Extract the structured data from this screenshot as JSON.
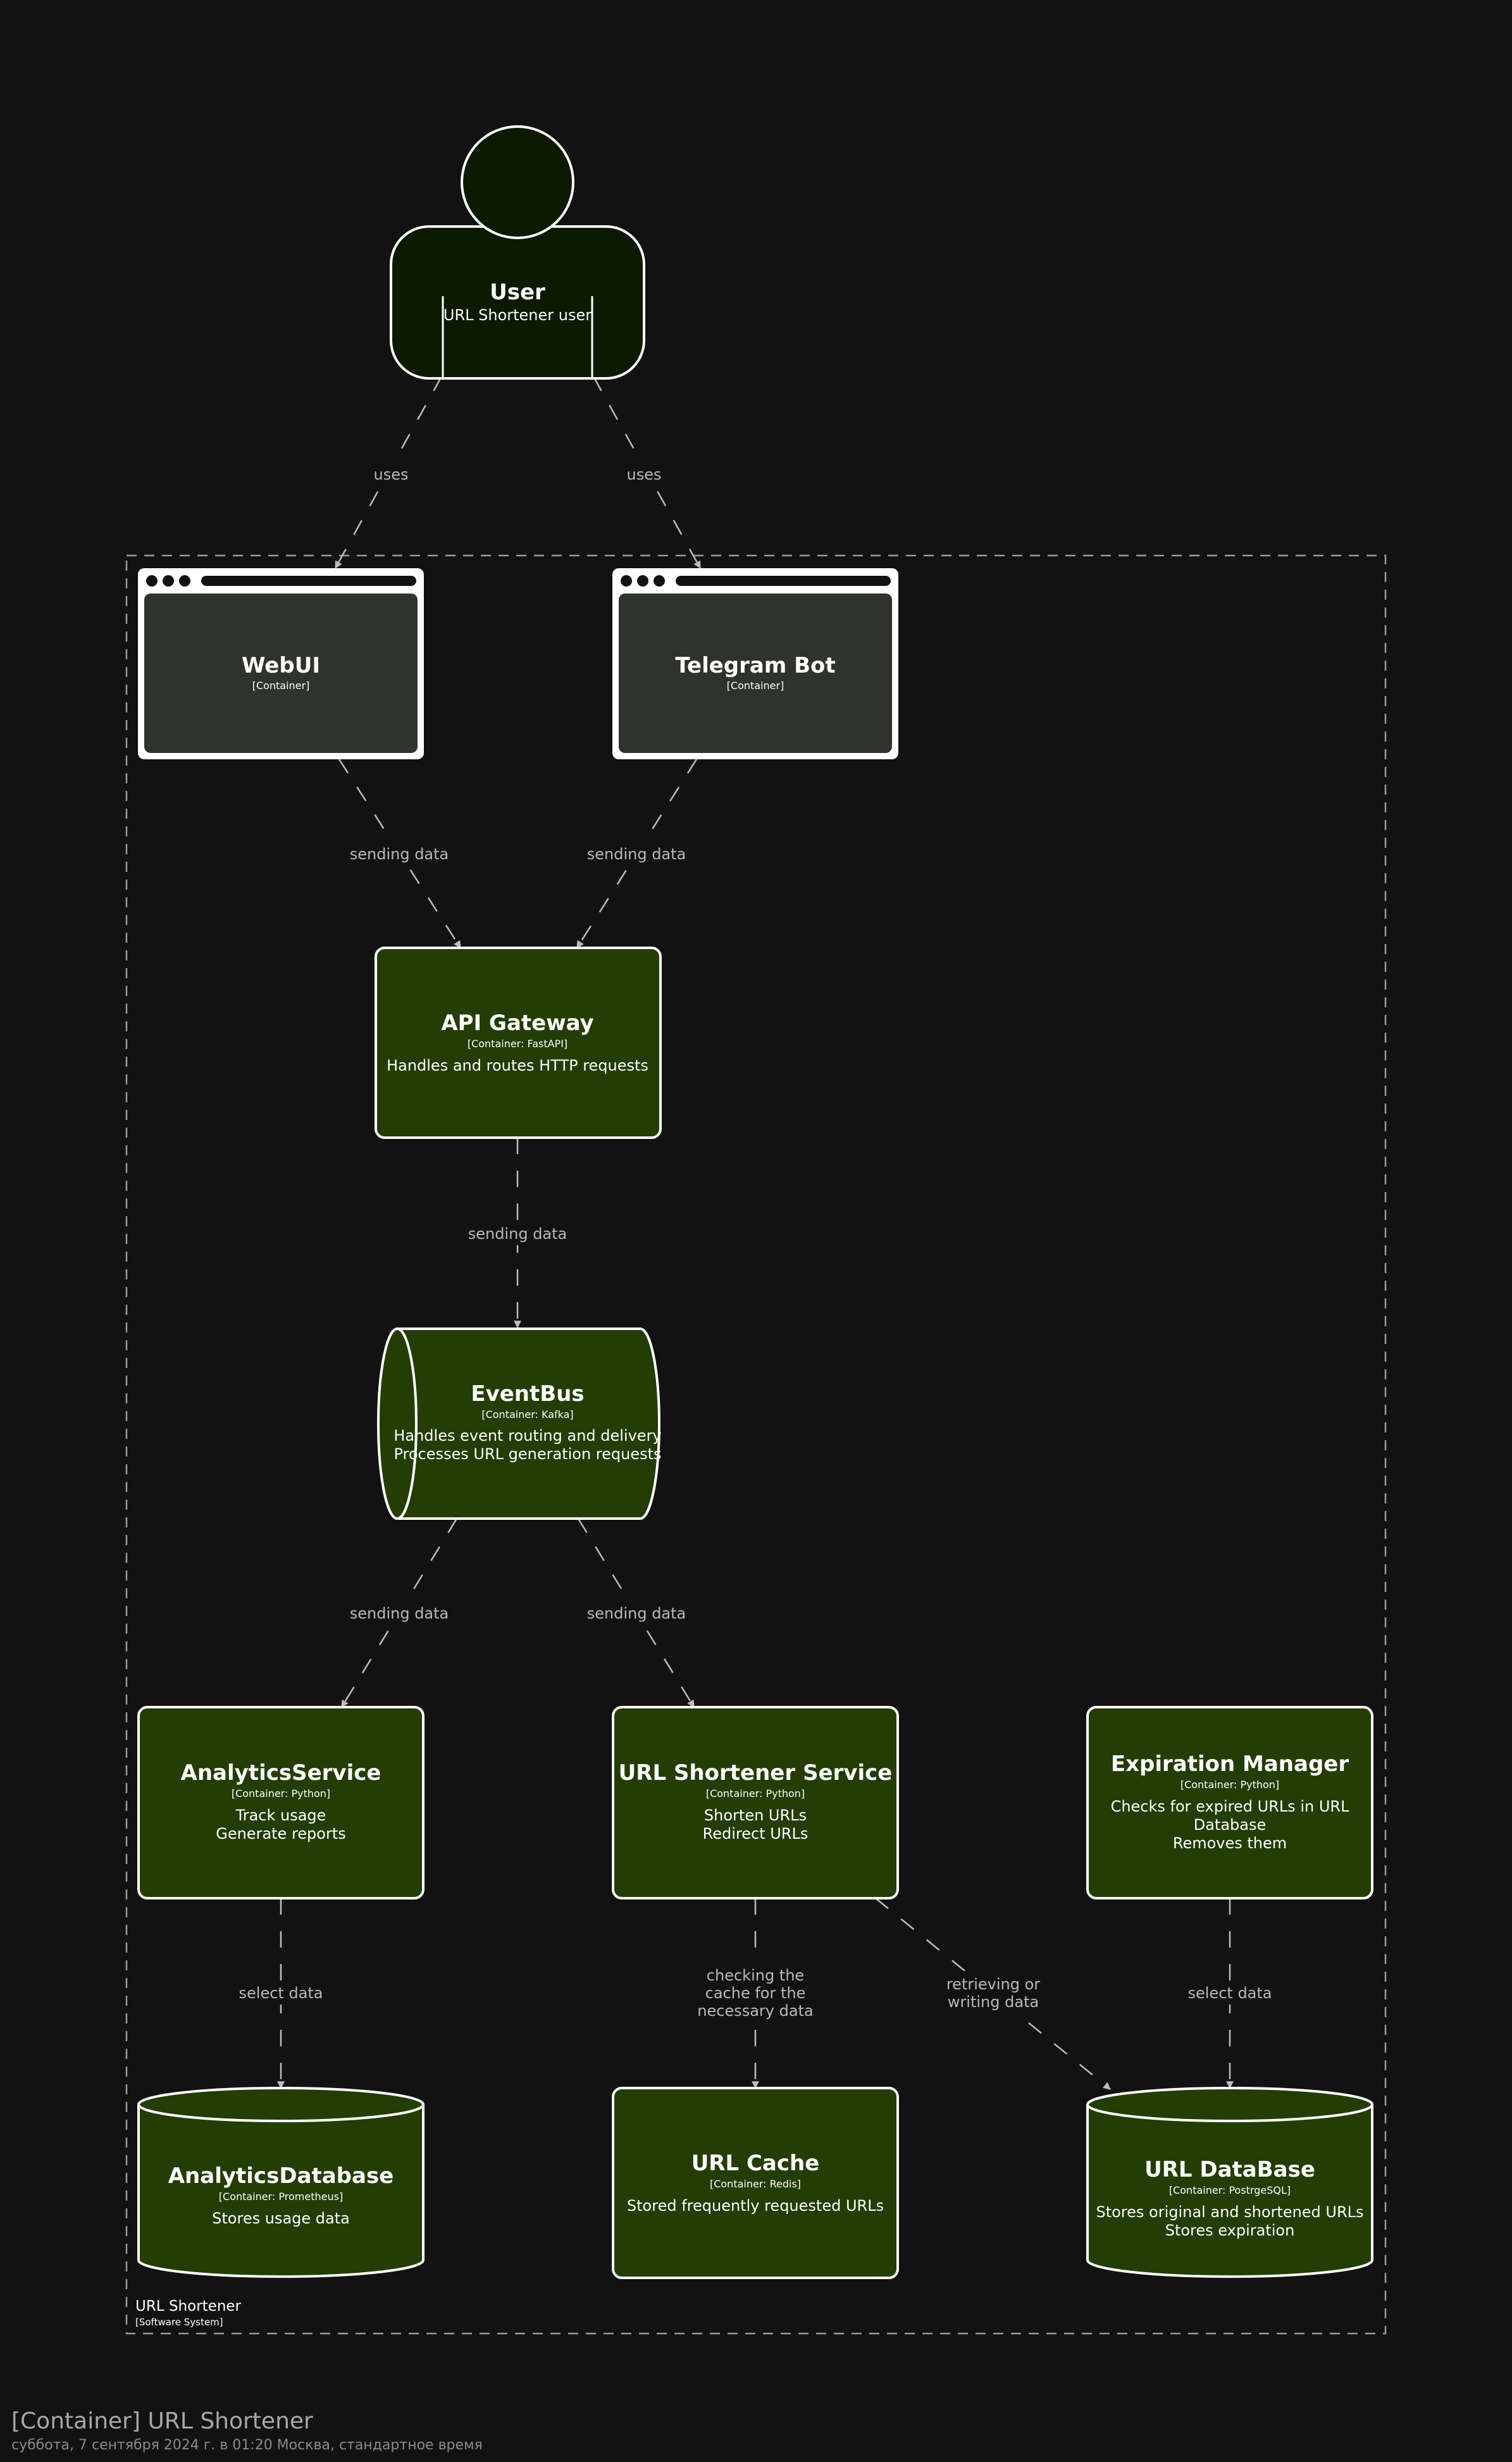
{
  "colors": {
    "background": "#121212",
    "node_fill": "#233d04",
    "person_fill": "#0d1a02",
    "browser_fill": "#2f332b",
    "border": "#ffffff",
    "edge": "#bdbdbd"
  },
  "user": {
    "title": "User",
    "desc": "URL Shortener user"
  },
  "boundary": {
    "name": "URL Shortener",
    "tag": "[Software System]"
  },
  "nodes": {
    "webui": {
      "title": "WebUI",
      "tag": "[Container]"
    },
    "telegram": {
      "title": "Telegram Bot",
      "tag": "[Container]"
    },
    "gateway": {
      "title": "API Gateway",
      "tag": "[Container: FastAPI]",
      "desc1": "Handles and routes HTTP requests"
    },
    "eventbus": {
      "title": "EventBus",
      "tag": "[Container: Kafka]",
      "desc1": "Handles event routing and delivery",
      "desc2": "Processes URL generation requests"
    },
    "analytics": {
      "title": "AnalyticsService",
      "tag": "[Container: Python]",
      "desc1": "Track usage",
      "desc2": "Generate reports"
    },
    "shortener": {
      "title": "URL Shortener Service",
      "tag": "[Container: Python]",
      "desc1": "Shorten URLs",
      "desc2": "Redirect URLs"
    },
    "expiration": {
      "title": "Expiration Manager",
      "tag": "[Container: Python]",
      "desc1": "Checks for expired URLs in URL",
      "desc2": "Database",
      "desc3": "Removes them"
    },
    "analyticsdb": {
      "title": "AnalyticsDatabase",
      "tag": "[Container: Prometheus]",
      "desc1": "Stores usage data"
    },
    "cache": {
      "title": "URL Cache",
      "tag": "[Container: Redis]",
      "desc1": "Stored frequently requested URLs"
    },
    "urldb": {
      "title": "URL DataBase",
      "tag": "[Container: PostrgeSQL]",
      "desc1": "Stores original and shortened URLs",
      "desc2": "Stores expiration"
    }
  },
  "edges": {
    "user_webui": "uses",
    "user_telegram": "uses",
    "webui_gateway": "sending data",
    "telegram_gateway": "sending data",
    "gateway_eventbus": "sending data",
    "eventbus_analytics": "sending data",
    "eventbus_shortener": "sending data",
    "analytics_db": "select data",
    "shortener_cache_1": "checking the",
    "shortener_cache_2": "cache for the",
    "shortener_cache_3": "necessary data",
    "shortener_urldb_1": "retrieving or",
    "shortener_urldb_2": "writing data",
    "expiration_urldb": "select data"
  },
  "footer": {
    "title": "[Container] URL Shortener",
    "date": "суббота, 7 сентября 2024 г. в 01:20 Москва, стандартное время"
  }
}
